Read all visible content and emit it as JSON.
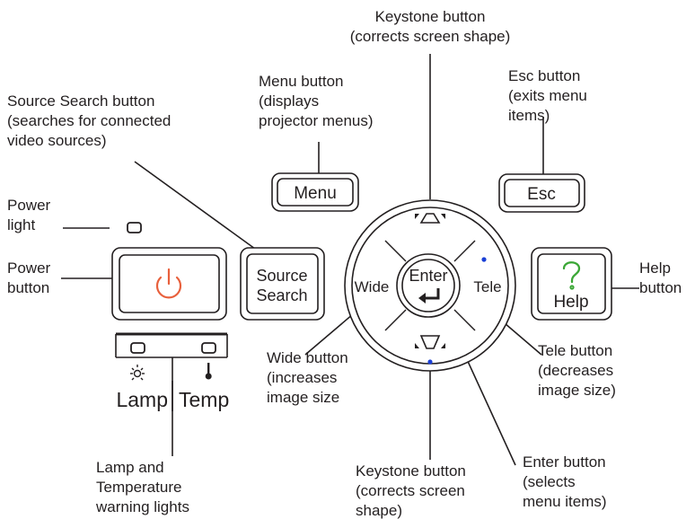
{
  "panel": {
    "menu_key": "Menu",
    "esc_key": "Esc",
    "source_key": [
      "Source",
      "Search"
    ],
    "enter_key": "Enter",
    "wide_key": "Wide",
    "tele_key": "Tele",
    "help_key": "Help",
    "lamp_label": "Lamp",
    "temp_label": "Temp"
  },
  "callouts": {
    "keystone_top": [
      "Keystone button",
      "(corrects screen shape)"
    ],
    "menu": [
      "Menu button",
      "(displays",
      "projector menus)"
    ],
    "esc": [
      "Esc button",
      "(exits menu",
      "items)"
    ],
    "source_search": [
      "Source Search button",
      "(searches for connected",
      "video sources)"
    ],
    "power_light": [
      "Power",
      "light"
    ],
    "power_button": [
      "Power",
      "button"
    ],
    "help": [
      "Help",
      "button"
    ],
    "tele": [
      "Tele button",
      "(decreases",
      "image size)"
    ],
    "wide": [
      "Wide button",
      "(increases",
      "image size"
    ],
    "lamp_temp": [
      "Lamp and",
      "Temperature",
      "warning lights"
    ],
    "keystone_bottom": [
      "Keystone button",
      "(corrects screen",
      "shape)"
    ],
    "enter": [
      "Enter button",
      "(selects",
      "menu items)"
    ]
  },
  "colors": {
    "power_icon": "#e8603c",
    "help_icon": "#3aa635",
    "tele_dot": "#1a3fd6"
  }
}
